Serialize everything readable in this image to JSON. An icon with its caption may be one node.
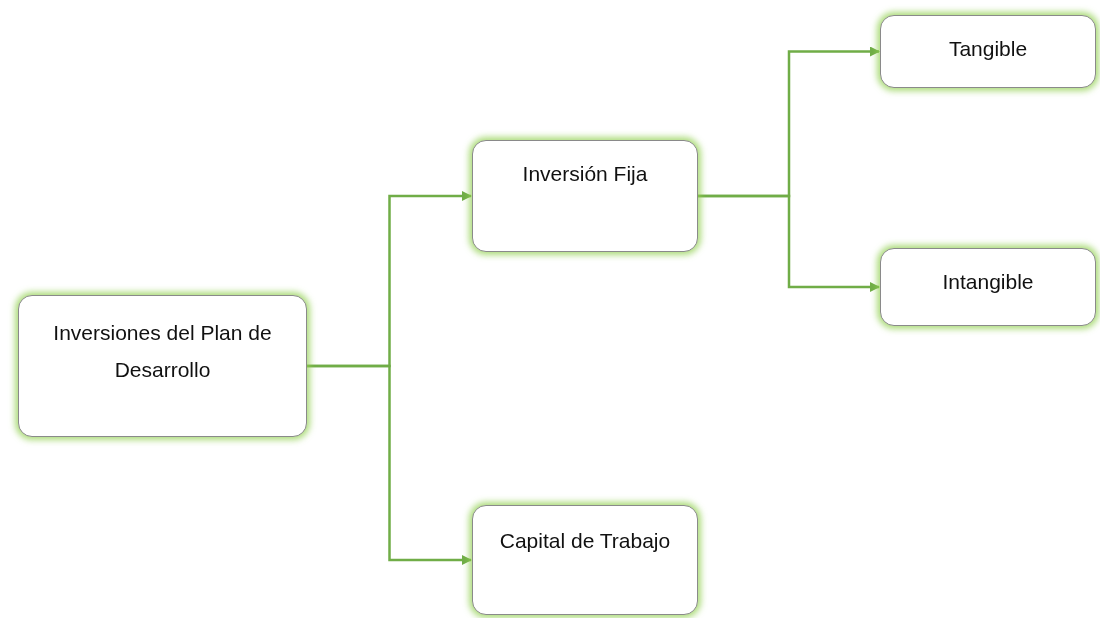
{
  "diagram": {
    "nodes": [
      {
        "text": [
          "Inversiones del Plan de Desarrollo"
        ]
      },
      {
        "text": [
          "Inversión Fija"
        ]
      },
      {
        "text": [
          "Capital de Trabajo"
        ]
      },
      {
        "text": [
          "Tangible"
        ]
      },
      {
        "text": [
          "Intangible"
        ]
      }
    ],
    "edges": [
      {
        "from": 0,
        "to": 1,
        "arrow": "to"
      },
      {
        "from": 0,
        "to": 2,
        "arrow": "to"
      },
      {
        "from": 1,
        "to": 3,
        "arrow": "to"
      },
      {
        "from": 1,
        "to": 4,
        "arrow": "to"
      }
    ]
  }
}
